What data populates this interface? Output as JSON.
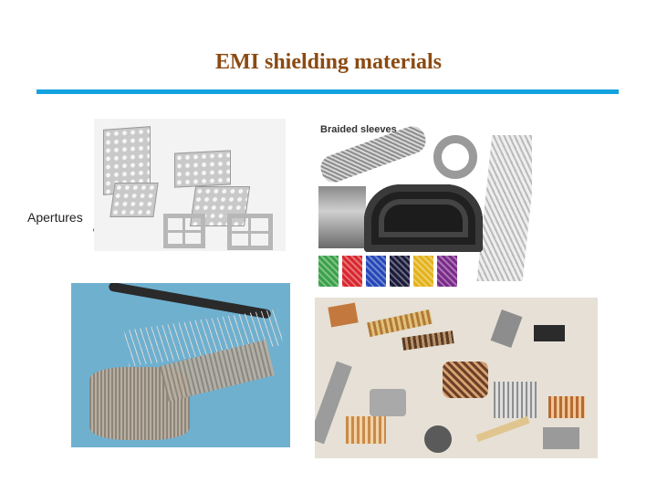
{
  "slide": {
    "title": "EMI shielding materials",
    "accent_color": "#12a3e0",
    "title_color": "#8b4a12"
  },
  "callout": {
    "label": "Apertures"
  },
  "images": {
    "apertures_photo": "perforated metal enclosure parts",
    "braided_photo": {
      "caption": "Braided sleeves"
    },
    "mesh_photo": "knitted wire mesh over cable bundle",
    "fingers_photo": "beryllium copper spring finger gaskets"
  }
}
